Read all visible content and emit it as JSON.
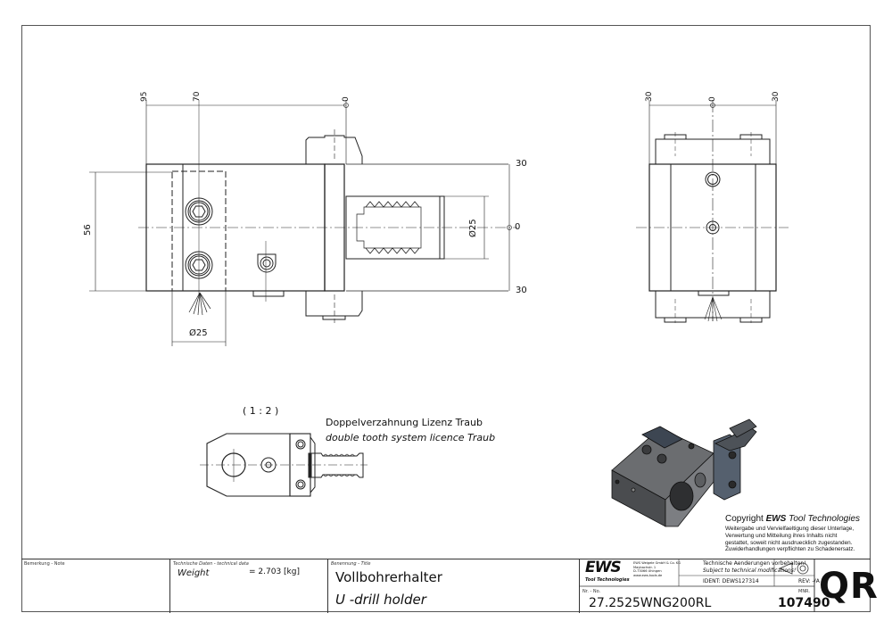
{
  "drawing": {
    "front_view": {
      "dims_top": [
        "95",
        "70",
        "0"
      ],
      "dim_height": "56",
      "dim_bore": "Ø25",
      "dim_shank": "Ø25",
      "dims_right": [
        "30",
        "0",
        "30"
      ]
    },
    "side_view": {
      "dims_top": [
        "30",
        "0",
        "30"
      ]
    },
    "detail": {
      "scale": "( 1 : 2 )",
      "note_de": "Doppelverzahnung Lizenz Traub",
      "note_en": "double tooth system licence Traub"
    },
    "copyright": {
      "title_prefix": "Copyright ",
      "title_brand": "EWS",
      "title_suffix": " Tool Technologies",
      "lines": [
        "Weitergabe und Vervielfaeltigung dieser Unterlage,",
        "Verwertung und Mitteilung ihres Inhalts nicht",
        "gestattet, soweit nicht ausdruecklich zugestanden.",
        "Zuwiderhandlungen verpflichten zu Schadenersatz."
      ]
    }
  },
  "title_block": {
    "note_label": "Bemerkung - Note",
    "tech_label": "Technische Daten - technical data",
    "weight_label": "Weight",
    "weight_value": "=   2.703 [kg]",
    "title_label": "Benennung - Title",
    "title_de": "Vollbohrerhalter",
    "title_en": "U -drill holder",
    "logo_text": "EWS",
    "logo_sub": "Tool Technologies",
    "company_lines": [
      "EWS Weigele GmbH & Co. KG",
      "Maybachstr. 1",
      "D-73066 Uhingen",
      "www.ews-tools.de"
    ],
    "changes_de": "Technische Aenderungen vorbehalten!",
    "changes_en": "Subject to technical modifications!",
    "ident": "IDENT:   DEWS127314",
    "rev": "REV:   -/A",
    "nr_label": "Nr. - No.",
    "part_number": "27.2525WNG200RL",
    "mnr_label": "MNR.",
    "mnr": "107490",
    "qr": "QR"
  }
}
